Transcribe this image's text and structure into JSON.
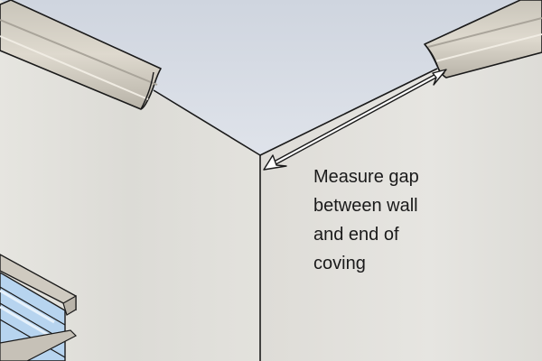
{
  "annotation": {
    "lines": [
      "Measure gap",
      "between wall",
      "and end of",
      "coving"
    ]
  },
  "colors": {
    "ceiling": "#d6dbe4",
    "wall": "#e2e1dc",
    "coving": "#d7d3c8",
    "outline": "#1a1a1a",
    "window_glass": "#b7d4ef"
  }
}
